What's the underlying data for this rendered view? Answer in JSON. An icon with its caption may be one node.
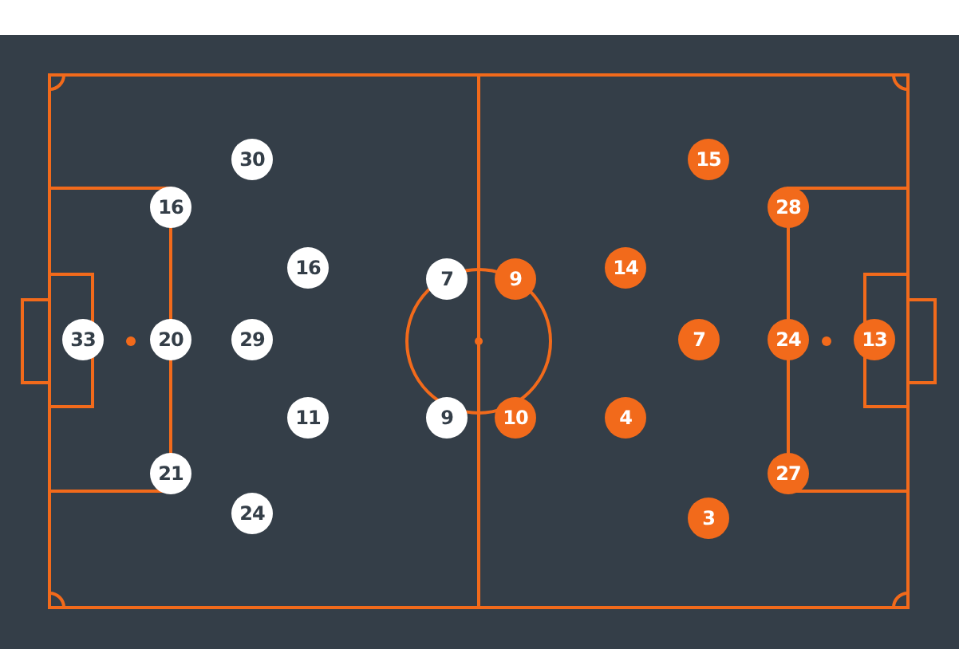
{
  "diagram": {
    "nodes": [
      {
        "text": [
          "30"
        ]
      },
      {
        "text": [
          "16"
        ]
      },
      {
        "text": [
          "16"
        ]
      },
      {
        "text": [
          "7"
        ]
      },
      {
        "text": [
          "33"
        ]
      },
      {
        "text": [
          "20"
        ]
      },
      {
        "text": [
          "29"
        ]
      },
      {
        "text": [
          "11"
        ]
      },
      {
        "text": [
          "9"
        ]
      },
      {
        "text": [
          "21"
        ]
      },
      {
        "text": [
          "24"
        ]
      },
      {
        "text": [
          "15"
        ]
      },
      {
        "text": [
          "28"
        ]
      },
      {
        "text": [
          "9"
        ]
      },
      {
        "text": [
          "14"
        ]
      },
      {
        "text": [
          "7"
        ]
      },
      {
        "text": [
          "24"
        ]
      },
      {
        "text": [
          "13"
        ]
      },
      {
        "text": [
          "10"
        ]
      },
      {
        "text": [
          "4"
        ]
      },
      {
        "text": [
          "27"
        ]
      },
      {
        "text": [
          "3"
        ]
      }
    ]
  }
}
